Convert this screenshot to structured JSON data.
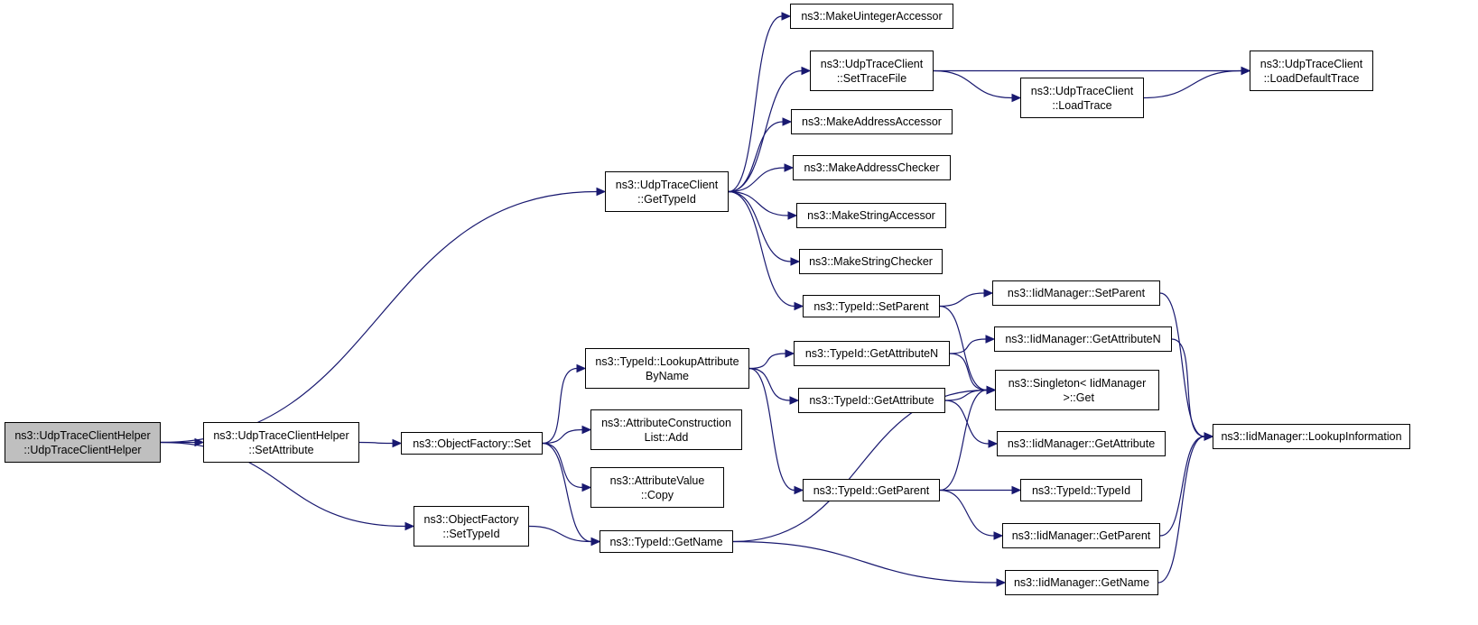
{
  "graph": {
    "nodes": [
      {
        "id": "root",
        "label": "ns3::UdpTraceClientHelper\n::UdpTraceClientHelper",
        "root": true
      },
      {
        "id": "helper_setattr",
        "label": "ns3::UdpTraceClientHelper\n::SetAttribute"
      },
      {
        "id": "client_gettypeid",
        "label": "ns3::UdpTraceClient\n::GetTypeId"
      },
      {
        "id": "objfactory_settypeid",
        "label": "ns3::ObjectFactory\n::SetTypeId"
      },
      {
        "id": "objfactory_set",
        "label": "ns3::ObjectFactory::Set"
      },
      {
        "id": "make_uint_acc",
        "label": "ns3::MakeUintegerAccessor"
      },
      {
        "id": "client_settracefile",
        "label": "ns3::UdpTraceClient\n::SetTraceFile"
      },
      {
        "id": "make_addr_acc",
        "label": "ns3::MakeAddressAccessor"
      },
      {
        "id": "make_addr_chk",
        "label": "ns3::MakeAddressChecker"
      },
      {
        "id": "make_str_acc",
        "label": "ns3::MakeStringAccessor"
      },
      {
        "id": "make_str_chk",
        "label": "ns3::MakeStringChecker"
      },
      {
        "id": "typeid_setparent",
        "label": "ns3::TypeId::SetParent"
      },
      {
        "id": "client_loadtrace",
        "label": "ns3::UdpTraceClient\n::LoadTrace"
      },
      {
        "id": "client_loaddefault",
        "label": "ns3::UdpTraceClient\n::LoadDefaultTrace"
      },
      {
        "id": "typeid_lookupattr",
        "label": "ns3::TypeId::LookupAttribute\nByName"
      },
      {
        "id": "attrcons_add",
        "label": "ns3::AttributeConstruction\nList::Add"
      },
      {
        "id": "attrval_copy",
        "label": "ns3::AttributeValue\n::Copy"
      },
      {
        "id": "typeid_getname",
        "label": "ns3::TypeId::GetName"
      },
      {
        "id": "typeid_getattrn",
        "label": "ns3::TypeId::GetAttributeN"
      },
      {
        "id": "typeid_getattr",
        "label": "ns3::TypeId::GetAttribute"
      },
      {
        "id": "typeid_getparent",
        "label": "ns3::TypeId::GetParent"
      },
      {
        "id": "iid_setparent",
        "label": "ns3::IidManager::SetParent"
      },
      {
        "id": "iid_getattrn",
        "label": "ns3::IidManager::GetAttributeN"
      },
      {
        "id": "singleton_get",
        "label": "ns3::Singleton< IidManager\n >::Get"
      },
      {
        "id": "iid_getattr",
        "label": "ns3::IidManager::GetAttribute"
      },
      {
        "id": "typeid_typeid",
        "label": "ns3::TypeId::TypeId"
      },
      {
        "id": "iid_getparent",
        "label": "ns3::IidManager::GetParent"
      },
      {
        "id": "iid_getname",
        "label": "ns3::IidManager::GetName"
      },
      {
        "id": "iid_lookupinfo",
        "label": "ns3::IidManager::LookupInformation"
      }
    ],
    "edges": [
      {
        "from": "root",
        "to": "client_gettypeid"
      },
      {
        "from": "root",
        "to": "helper_setattr"
      },
      {
        "from": "root",
        "to": "objfactory_settypeid"
      },
      {
        "from": "client_gettypeid",
        "to": "make_uint_acc"
      },
      {
        "from": "client_gettypeid",
        "to": "client_settracefile"
      },
      {
        "from": "client_gettypeid",
        "to": "make_addr_acc"
      },
      {
        "from": "client_gettypeid",
        "to": "make_addr_chk"
      },
      {
        "from": "client_gettypeid",
        "to": "make_str_acc"
      },
      {
        "from": "client_gettypeid",
        "to": "make_str_chk"
      },
      {
        "from": "client_gettypeid",
        "to": "typeid_setparent"
      },
      {
        "from": "client_settracefile",
        "to": "client_loaddefault"
      },
      {
        "from": "client_settracefile",
        "to": "client_loadtrace"
      },
      {
        "from": "client_loadtrace",
        "to": "client_loaddefault"
      },
      {
        "from": "typeid_setparent",
        "to": "iid_setparent"
      },
      {
        "from": "typeid_setparent",
        "to": "singleton_get"
      },
      {
        "from": "iid_setparent",
        "to": "iid_lookupinfo"
      },
      {
        "from": "helper_setattr",
        "to": "objfactory_set"
      },
      {
        "from": "objfactory_set",
        "to": "typeid_lookupattr"
      },
      {
        "from": "objfactory_set",
        "to": "attrcons_add"
      },
      {
        "from": "objfactory_set",
        "to": "attrval_copy"
      },
      {
        "from": "objfactory_set",
        "to": "typeid_getname"
      },
      {
        "from": "typeid_lookupattr",
        "to": "typeid_getattrn"
      },
      {
        "from": "typeid_lookupattr",
        "to": "typeid_getattr"
      },
      {
        "from": "typeid_lookupattr",
        "to": "typeid_getparent"
      },
      {
        "from": "typeid_getattrn",
        "to": "iid_getattrn"
      },
      {
        "from": "typeid_getattrn",
        "to": "singleton_get"
      },
      {
        "from": "iid_getattrn",
        "to": "iid_lookupinfo"
      },
      {
        "from": "typeid_getattr",
        "to": "singleton_get"
      },
      {
        "from": "typeid_getattr",
        "to": "iid_getattr"
      },
      {
        "from": "typeid_getparent",
        "to": "singleton_get"
      },
      {
        "from": "typeid_getparent",
        "to": "typeid_typeid"
      },
      {
        "from": "typeid_getparent",
        "to": "iid_getparent"
      },
      {
        "from": "iid_getparent",
        "to": "iid_lookupinfo"
      },
      {
        "from": "objfactory_settypeid",
        "to": "typeid_getname"
      },
      {
        "from": "typeid_getname",
        "to": "singleton_get"
      },
      {
        "from": "typeid_getname",
        "to": "iid_getname"
      },
      {
        "from": "iid_getname",
        "to": "iid_lookupinfo"
      }
    ]
  }
}
